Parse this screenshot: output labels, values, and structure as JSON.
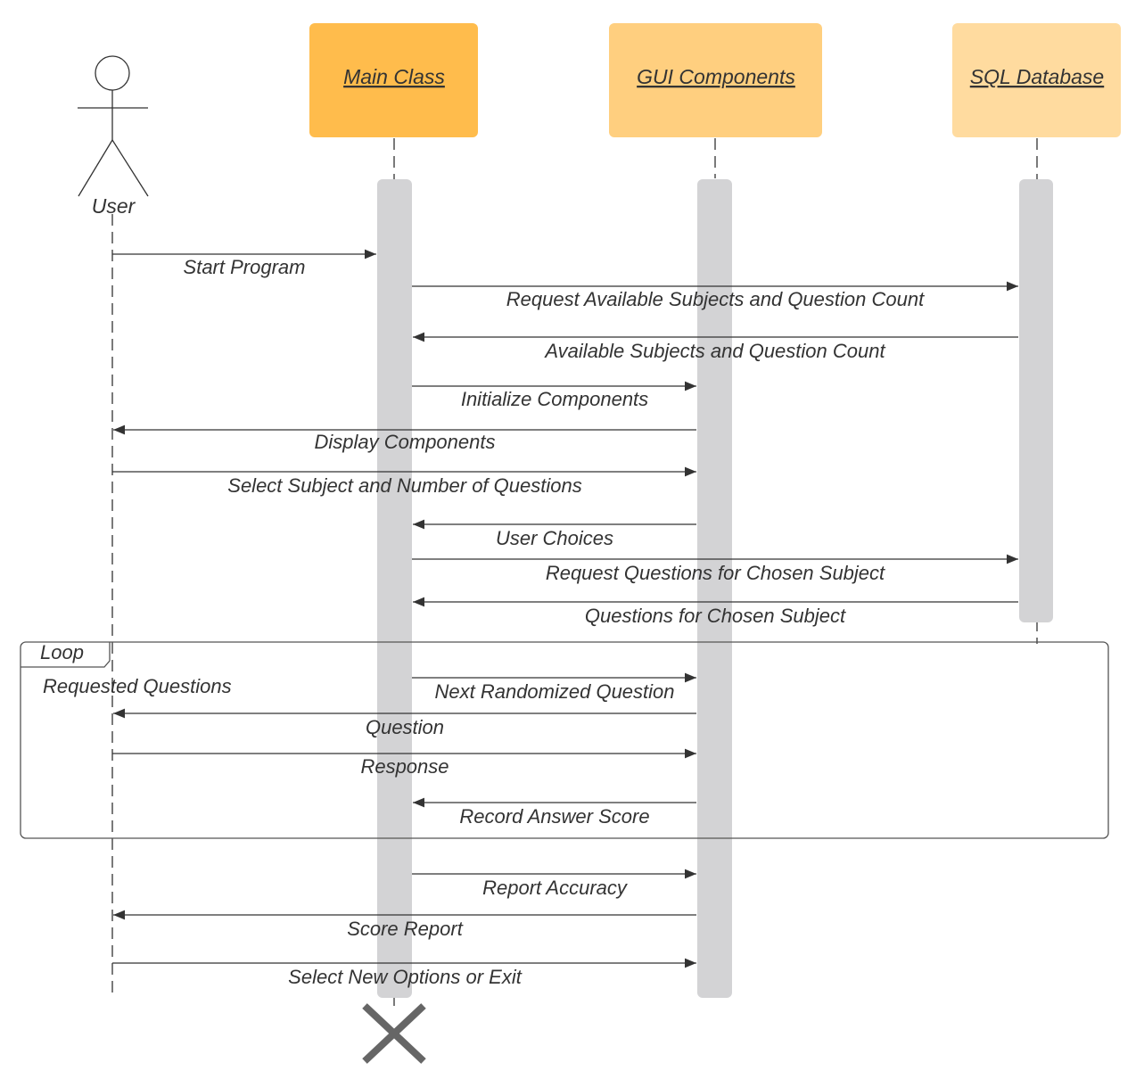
{
  "participants": [
    {
      "id": "user",
      "kind": "actor",
      "label": "User"
    },
    {
      "id": "main",
      "kind": "box",
      "label": "Main Class",
      "color": "#FFBC4C"
    },
    {
      "id": "gui",
      "kind": "box",
      "label": "GUI Components",
      "color": "#FFCF7F"
    },
    {
      "id": "db",
      "kind": "box",
      "label": "SQL Database",
      "color": "#FFDB9F"
    }
  ],
  "messages": [
    {
      "from": "user",
      "to": "main",
      "label": "Start Program"
    },
    {
      "from": "main",
      "to": "db",
      "label": "Request Available Subjects and Question Count"
    },
    {
      "from": "db",
      "to": "main",
      "label": "Available Subjects and Question Count"
    },
    {
      "from": "main",
      "to": "gui",
      "label": "Initialize Components"
    },
    {
      "from": "gui",
      "to": "user",
      "label": "Display Components"
    },
    {
      "from": "user",
      "to": "gui",
      "label": "Select Subject and Number of Questions"
    },
    {
      "from": "gui",
      "to": "main",
      "label": "User Choices"
    },
    {
      "from": "main",
      "to": "db",
      "label": "Request Questions for Chosen Subject"
    },
    {
      "from": "db",
      "to": "main",
      "label": "Questions for Chosen Subject"
    },
    {
      "from": "main",
      "to": "gui",
      "label": "Next Randomized Question"
    },
    {
      "from": "gui",
      "to": "user",
      "label": "Question"
    },
    {
      "from": "user",
      "to": "gui",
      "label": "Response"
    },
    {
      "from": "gui",
      "to": "main",
      "label": "Record Answer Score"
    },
    {
      "from": "main",
      "to": "gui",
      "label": "Report Accuracy"
    },
    {
      "from": "gui",
      "to": "user",
      "label": "Score Report"
    },
    {
      "from": "user",
      "to": "gui",
      "label": "Select New Options or Exit"
    }
  ],
  "loop": {
    "label": "Loop",
    "guard": "Requested Questions"
  },
  "terminator": {
    "participant": "main",
    "symbol": "destroy-x"
  },
  "colors": {
    "line": "#333333",
    "activation": "#D3D3D5",
    "terminator": "#666666",
    "frame": "#555555"
  }
}
